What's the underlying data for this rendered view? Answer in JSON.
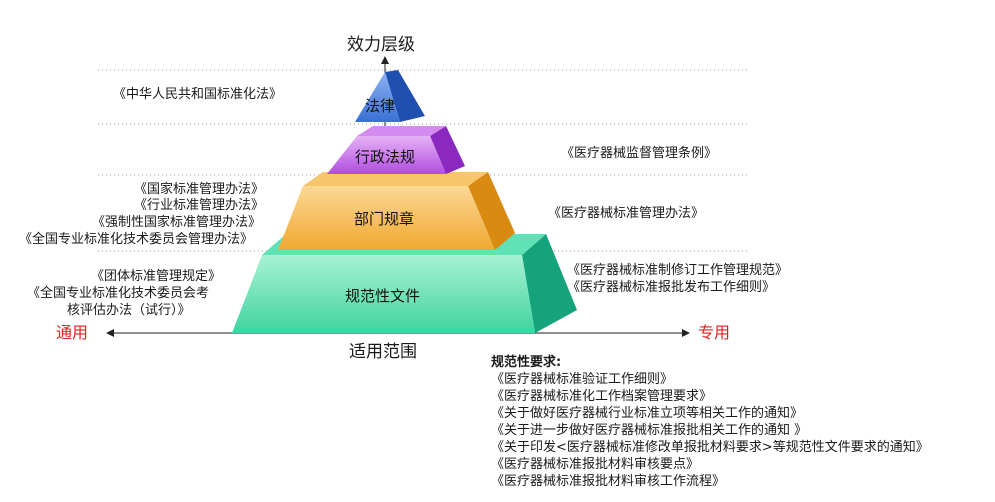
{
  "axis": {
    "vertical_label": "效力层级",
    "horizontal_label": "适用范围",
    "left_end": "通用",
    "right_end": "专用"
  },
  "levels": [
    {
      "label": "法律",
      "color": "#3a6fd6"
    },
    {
      "label": "行政法规",
      "color": "#b04de0"
    },
    {
      "label": "部门规章",
      "color": "#f0a830"
    },
    {
      "label": "规范性文件",
      "color": "#3fd4a0"
    }
  ],
  "annotations": {
    "law": [
      "《中华人民共和国标准化法》"
    ],
    "regulation": [
      "《医疗器械监督管理条例》"
    ],
    "rules_left": [
      "《国家标准管理办法》",
      "《行业标准管理办法》",
      "《强制性国家标准管理办法》",
      "《全国专业标准化技术委员会管理办法》"
    ],
    "rules_right": [
      "《医疗器械标准管理办法》"
    ],
    "docs_left": [
      "《团体标准管理规定》",
      "《全国专业标准化技术委员会考",
      "核评估办法（试行）》"
    ],
    "docs_right": [
      "《医疗器械标准制修订工作管理规范》",
      "《医疗器械标准报批发布工作细则》"
    ]
  },
  "requirements": {
    "title": "规范性要求:",
    "items": [
      "《医疗器械标准验证工作细则》",
      "《医疗器械标准化工作档案管理要求》",
      "《关于做好医疗器械行业标准立项等相关工作的通知》",
      "《关于进一步做好医疗器械标准报批相关工作的通知 》",
      "《关于印发<医疗器械标准修改单报批材料要求>等规范性文件要求的通知》",
      "《医疗器械标准报批材料审核要点》",
      "《医疗器械标准报批材料审核工作流程》"
    ]
  }
}
